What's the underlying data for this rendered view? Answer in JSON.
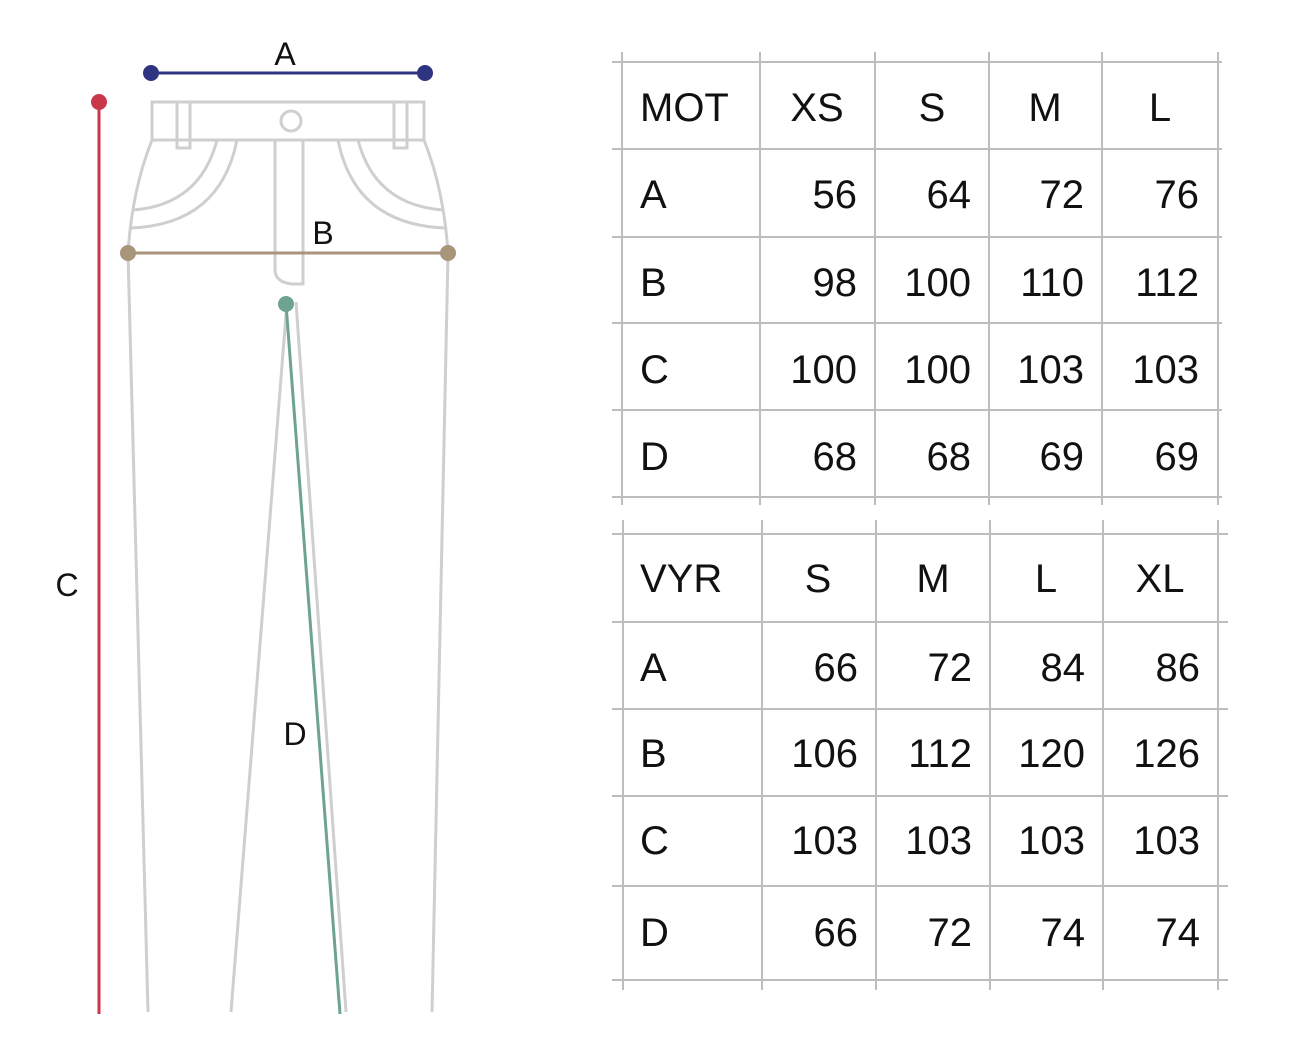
{
  "diagram": {
    "labels": {
      "a": "A",
      "b": "B",
      "c": "C",
      "d": "D"
    },
    "colors": {
      "a": "#2e3480",
      "b": "#a8957a",
      "c": "#c8374a",
      "d": "#6fa391",
      "outline": "#cfcfcf"
    }
  },
  "tables": [
    {
      "header": [
        "MOT",
        "XS",
        "S",
        "M",
        "L"
      ],
      "rows": [
        [
          "A",
          "56",
          "64",
          "72",
          "76"
        ],
        [
          "B",
          "98",
          "100",
          "110",
          "112"
        ],
        [
          "C",
          "100",
          "100",
          "103",
          "103"
        ],
        [
          "D",
          "68",
          "68",
          "69",
          "69"
        ]
      ]
    },
    {
      "header": [
        "VYR",
        "S",
        "M",
        "L",
        "XL"
      ],
      "rows": [
        [
          "A",
          "66",
          "72",
          "84",
          "86"
        ],
        [
          "B",
          "106",
          "112",
          "120",
          "126"
        ],
        [
          "C",
          "103",
          "103",
          "103",
          "103"
        ],
        [
          "D",
          "66",
          "72",
          "74",
          "74"
        ]
      ]
    }
  ]
}
